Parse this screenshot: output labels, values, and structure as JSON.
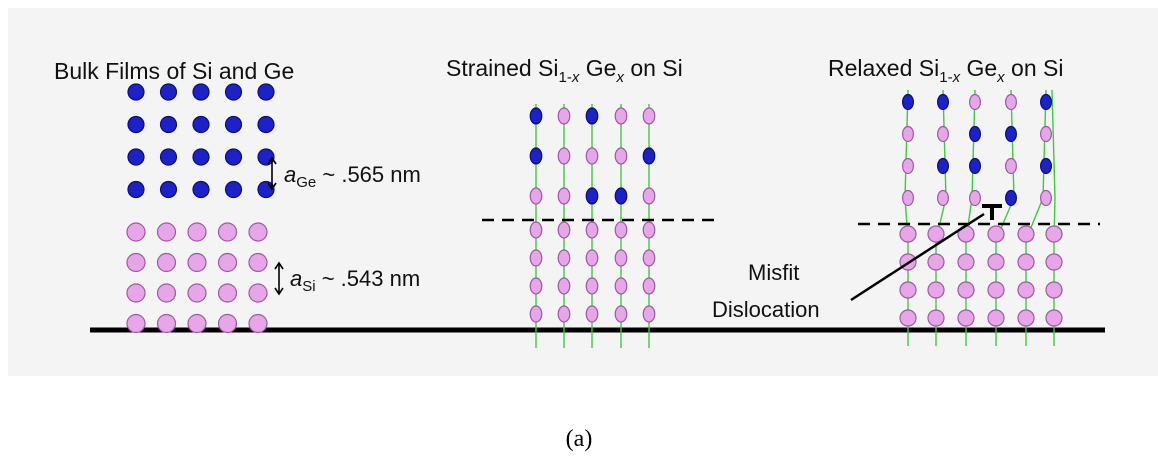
{
  "colors": {
    "ge_atom": "#1c22c8",
    "si_atom": "#e6a6e8",
    "si_atom_stroke": "#9b5aa4",
    "lattice_line": "#3ec93e",
    "substrate": "#000000",
    "panel_bg": "#f4f4f4"
  },
  "panels": {
    "bulk": {
      "title": "Bulk Films of Si and Ge",
      "ge_label": {
        "symbol": "a",
        "subscript": "Ge",
        "value": " ~ .565 nm"
      },
      "si_label": {
        "symbol": "a",
        "subscript": "Si",
        "value": " ~ .543 nm"
      }
    },
    "strained": {
      "title_a": "Strained Si",
      "title_sub1": "1-",
      "title_sub1_var": "x",
      "title_b": " Ge",
      "title_sub2_var": "x",
      "title_c": " on Si"
    },
    "relaxed": {
      "title_a": "Relaxed Si",
      "title_sub1": "1-",
      "title_sub1_var": "x",
      "title_b": " Ge",
      "title_sub2_var": "x",
      "title_c": " on Si",
      "misfit_line1": "Misfit",
      "misfit_line2": "Dislocation"
    }
  },
  "caption": "(a)"
}
